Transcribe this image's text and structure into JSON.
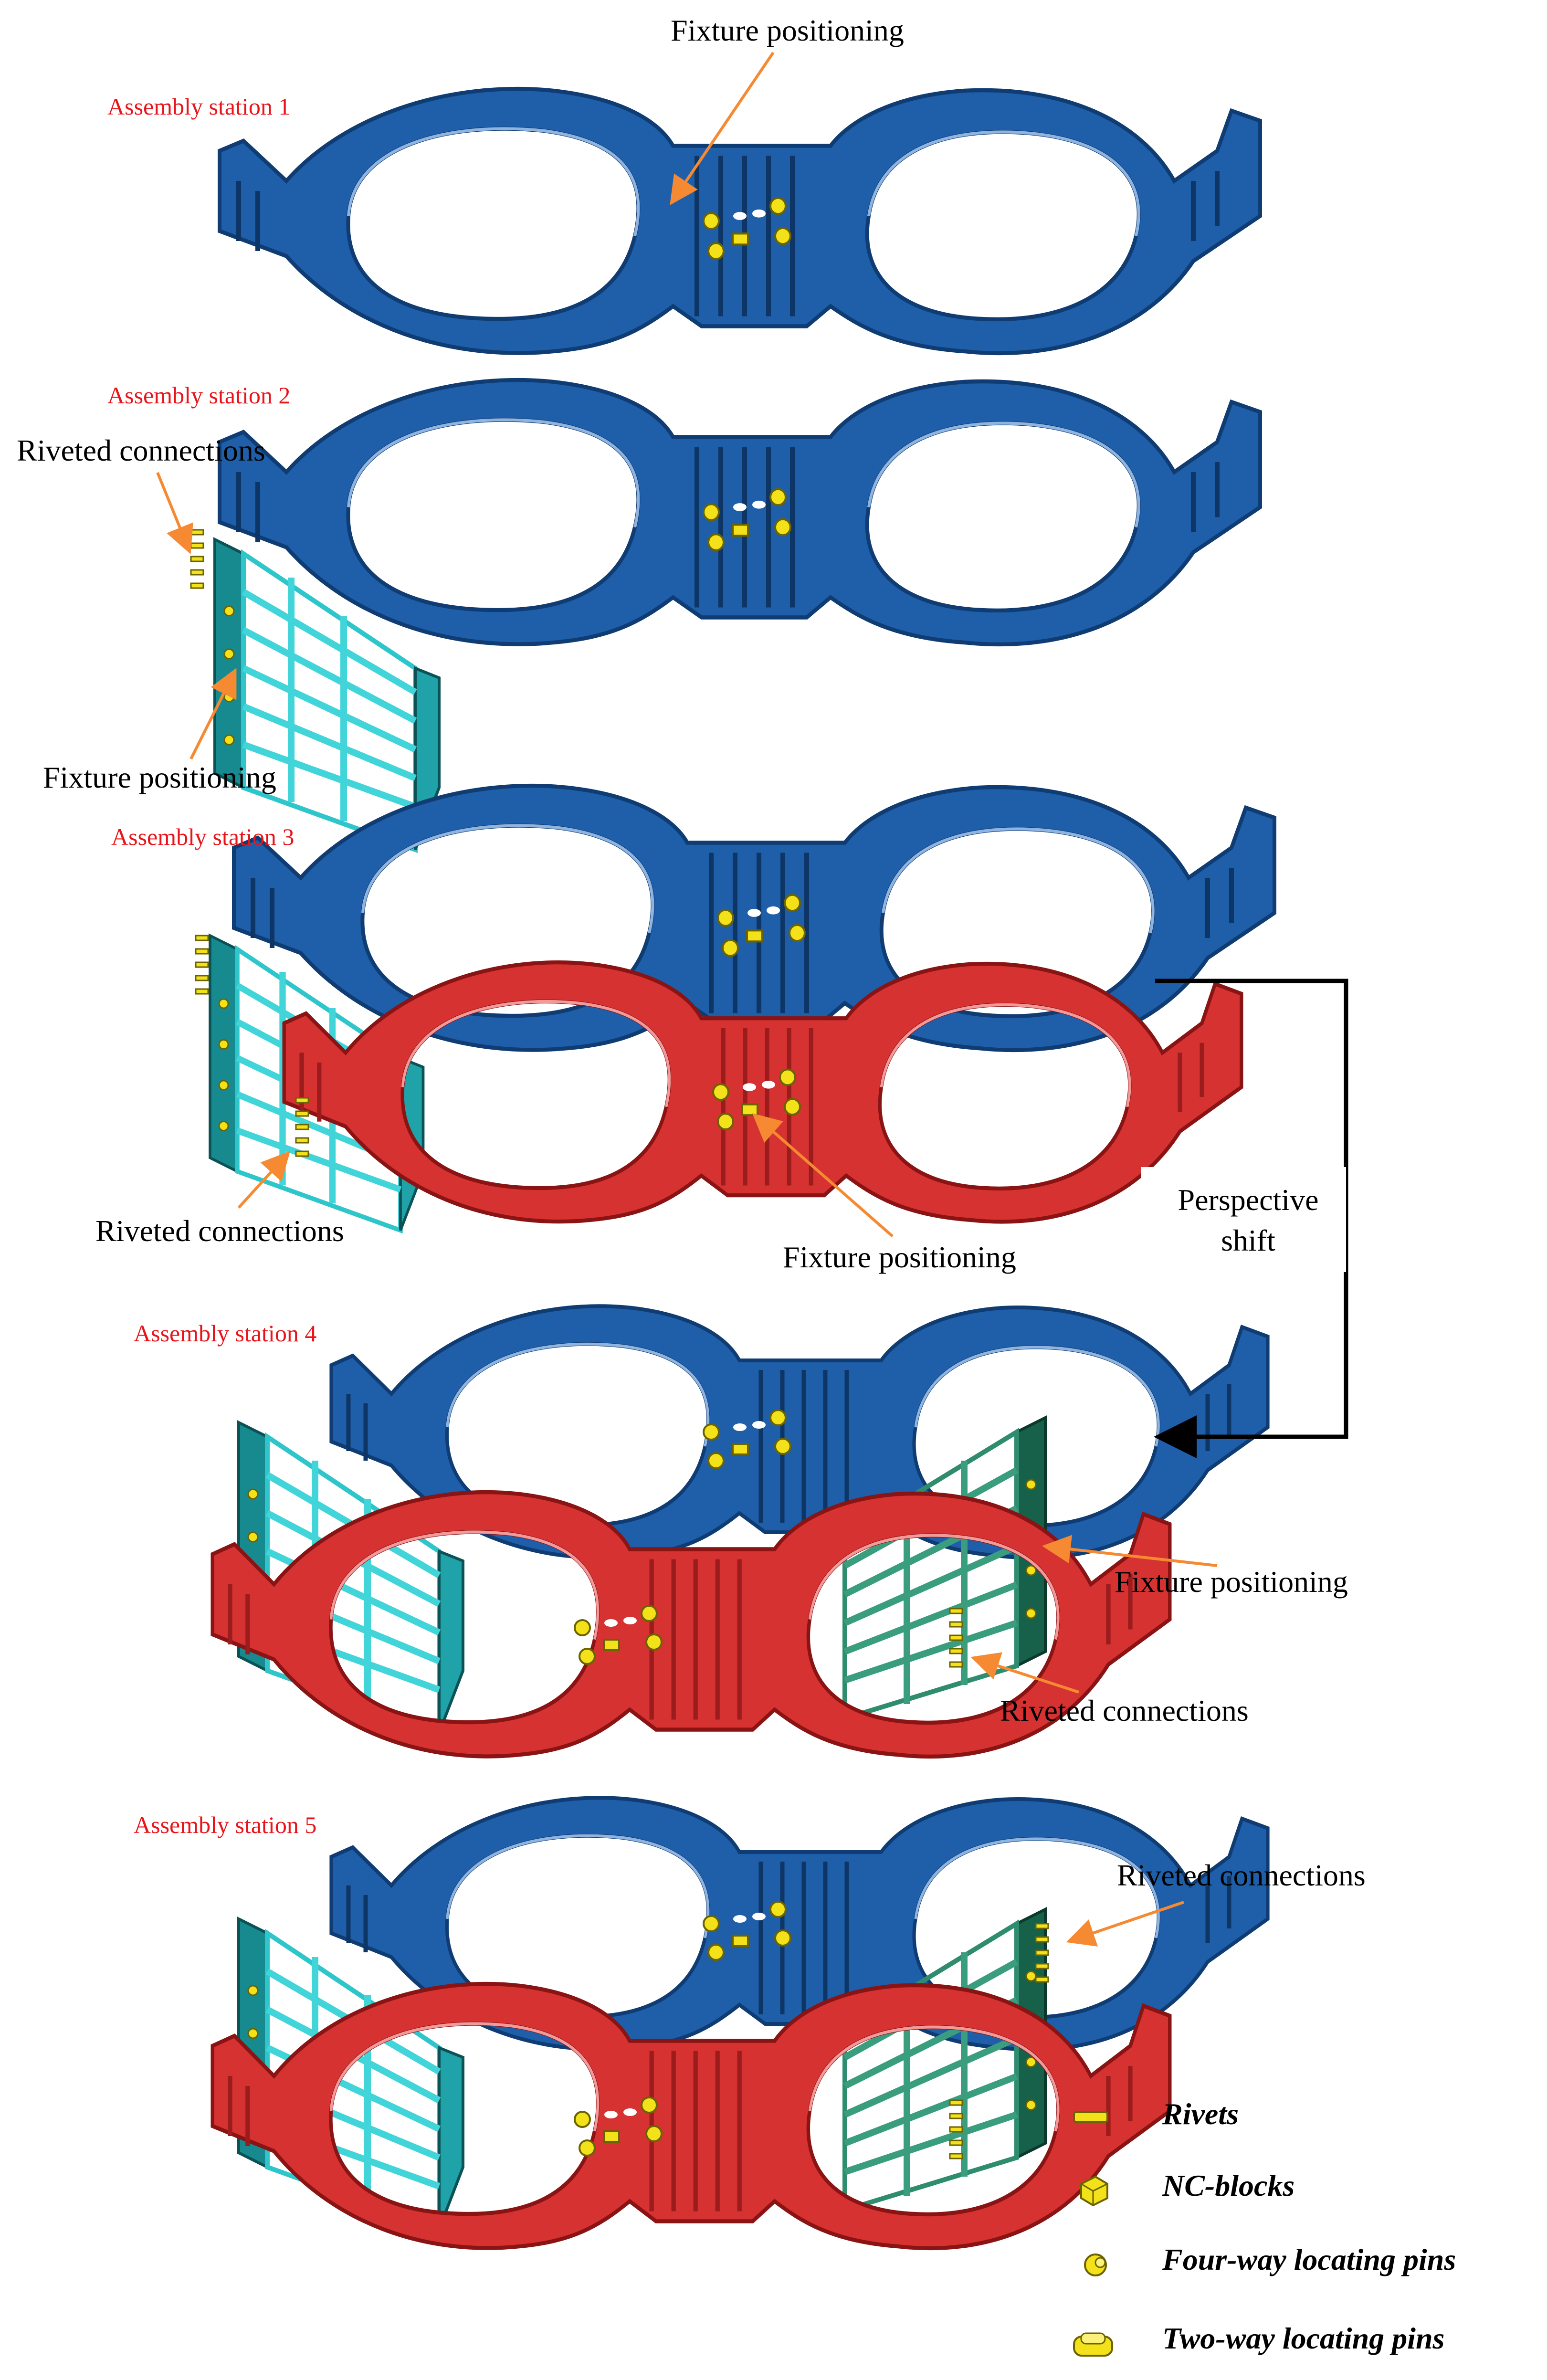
{
  "stations": [
    {
      "label": "Assembly station 1"
    },
    {
      "label": "Assembly station 2"
    },
    {
      "label": "Assembly station 3"
    },
    {
      "label": "Assembly station 4"
    },
    {
      "label": "Assembly station 5"
    }
  ],
  "annotations": {
    "fixture_positioning": "Fixture positioning",
    "riveted_connections": "Riveted connections"
  },
  "perspective": {
    "line1": "Perspective",
    "line2": "shift"
  },
  "legend": [
    {
      "icon": "rivet-icon",
      "label": "Rivets"
    },
    {
      "icon": "nc-block-icon",
      "label": "NC-blocks"
    },
    {
      "icon": "four-way-pin-icon",
      "label": "Four-way locating pins"
    },
    {
      "icon": "two-way-pin-icon",
      "label": "Two-way locating pins"
    }
  ],
  "colors": {
    "frame_blue": "#1f5ea8",
    "frame_red": "#d63232",
    "panel_cyan": "#1fa3a8",
    "panel_green": "#17604a",
    "arrow_orange": "#f58a32",
    "station_red": "#e8141a",
    "fastener_yellow": "#f3e11a"
  }
}
